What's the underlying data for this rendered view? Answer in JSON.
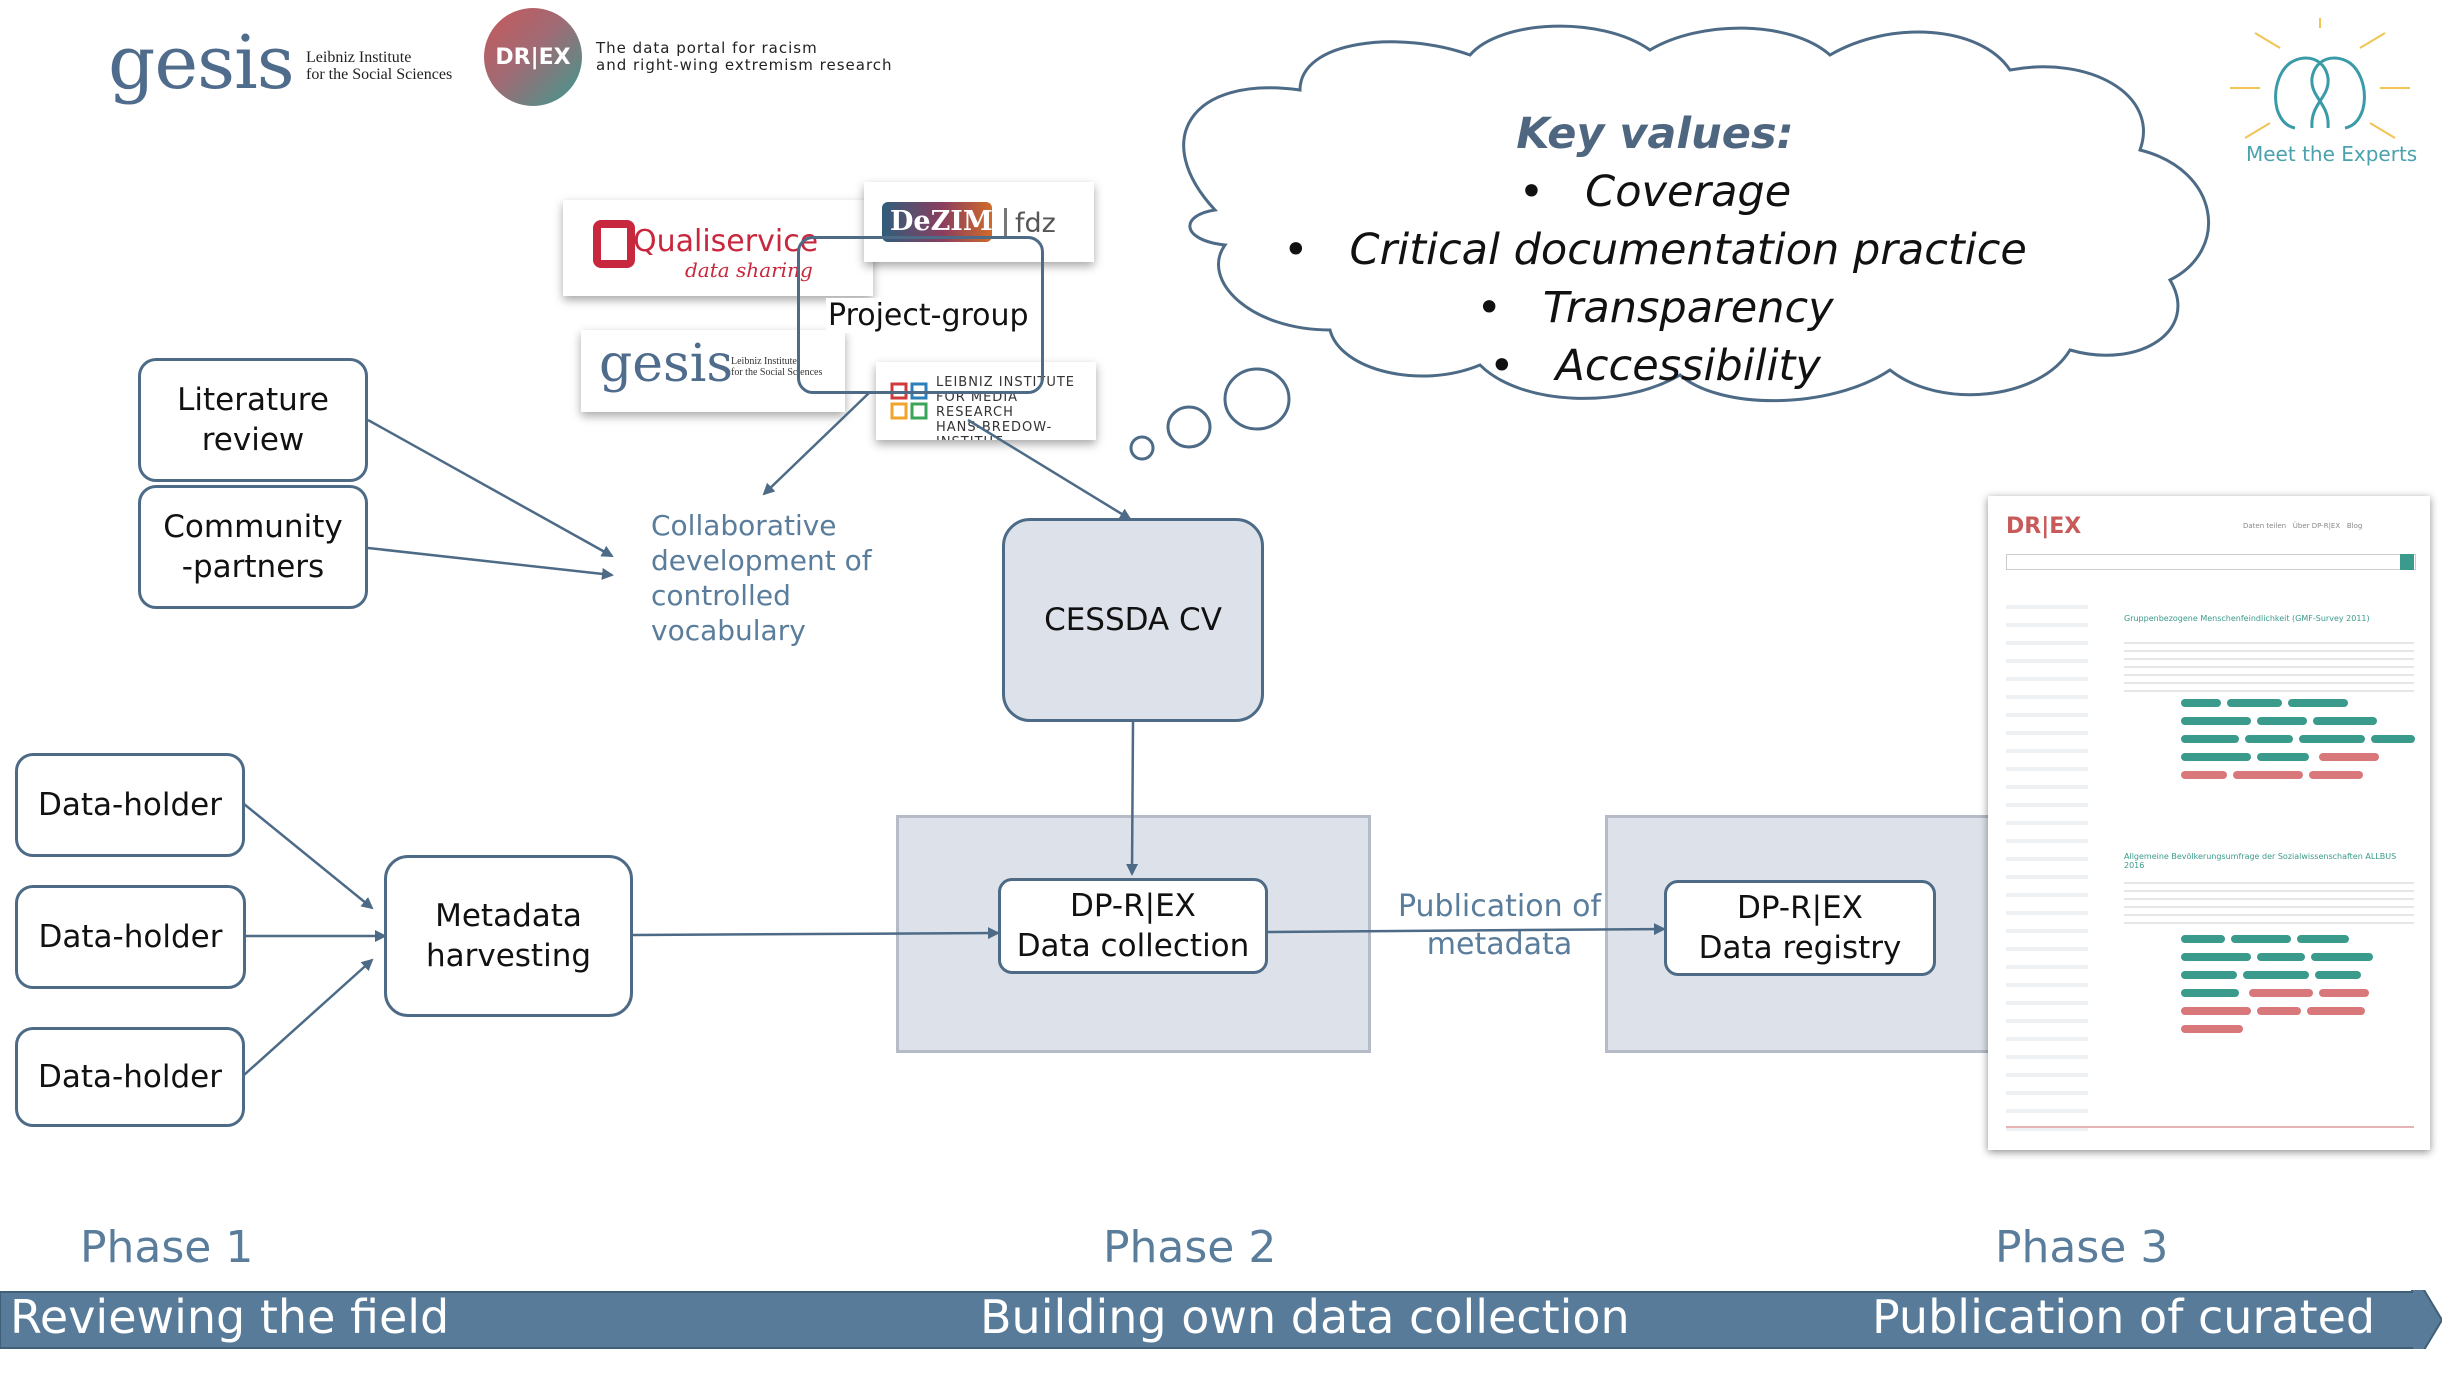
{
  "header": {
    "gesis_wordmark": "gesis",
    "gesis_subtitle_1": "Leibniz Institute",
    "gesis_subtitle_2": "for the Social Sciences",
    "drex_logo_text": "DR|EX",
    "drex_tagline_1": "The data portal for racism",
    "drex_tagline_2": "and right-wing extremism research",
    "meet_experts": "Meet the Experts"
  },
  "cloud": {
    "title": "Key values:",
    "items": [
      "Coverage",
      "Critical documentation practice",
      "Transparency",
      "Accessibility"
    ]
  },
  "project_group": {
    "label": "Project-group",
    "qualiservice": "Qualiservice",
    "qualiservice_sub": "data sharing",
    "dezim": "DeZIM",
    "dezim_fdz": "fdz",
    "gesis": "gesis",
    "gesis_sub_1": "Leibniz Institute",
    "gesis_sub_2": "for the Social Sciences",
    "hbi_1": "LEIBNIZ INSTITUTE",
    "hbi_2": "FOR MEDIA RESEARCH",
    "hbi_3": "HANS-BREDOW-INSTITUT"
  },
  "nodes": {
    "literature_review": "Literature review",
    "community_partners": "Community-partners",
    "collaborative": "Collaborative development of controlled vocabulary",
    "cessda": "CESSDA CV",
    "data_holder_1": "Data-holder",
    "data_holder_2": "Data-holder",
    "data_holder_3": "Data-holder",
    "metadata_harvesting": "Metadata harvesting",
    "data_collection_1": "DP-R|EX",
    "data_collection_2": "Data collection",
    "publication_1": "Publication of",
    "publication_2": "metadata",
    "data_registry_1": "DP-R|EX",
    "data_registry_2": "Data registry"
  },
  "phases": {
    "phase1": "Phase 1",
    "phase2": "Phase 2",
    "phase3": "Phase 3"
  },
  "bottom_bar": {
    "left": "Reviewing the field",
    "center": "Building own data collection",
    "right": "Publication of curated data"
  },
  "screenshot": {
    "logo": "DR|EX",
    "nav": "Daten teilen   Über DP-R|EX   Blog",
    "result_1_title": "Gruppenbezogene Menschenfeindlichkeit (GMF-Survey 2011)",
    "result_2_title": "Allgemeine Bevölkerungsumfrage der Sozialwissenschaften ALLBUS 2016"
  },
  "colors": {
    "accent": "#4d6b86",
    "bar": "#577b99",
    "shade": "#dde2ea",
    "phase_text": "#5b7d9c"
  }
}
